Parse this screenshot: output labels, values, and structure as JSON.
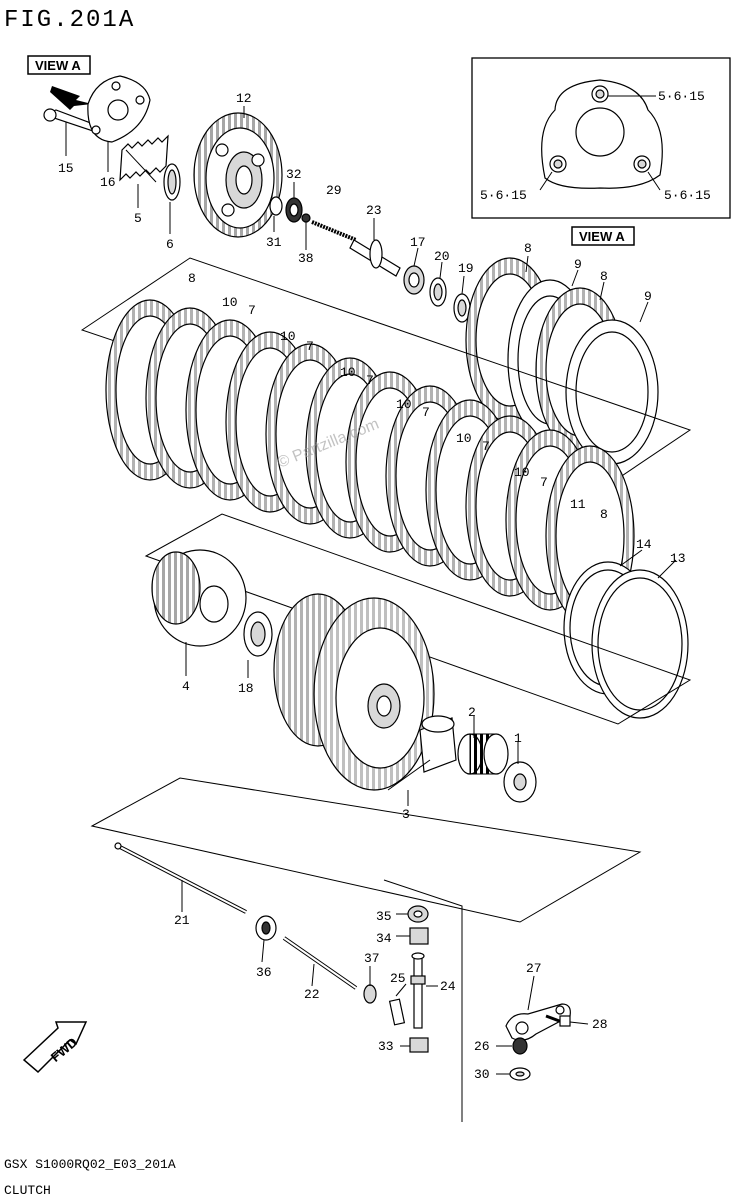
{
  "header": {
    "figure_title": "FIG.201A"
  },
  "view_labels": {
    "arrow_tag": "VIEW A",
    "inset_tag": "VIEW A"
  },
  "inset": {
    "bolt_spec_top": "5·6·15",
    "bolt_spec_left": "5·6·15",
    "bolt_spec_right": "5·6·15"
  },
  "watermark": "© Partzilla.com",
  "fwd_label": "FWD",
  "footer": {
    "model_code": "GSX S1000RQ02_E03_201A",
    "section_name": "CLUTCH"
  },
  "callouts": {
    "c12": "12",
    "c32": "32",
    "c29": "29",
    "c15": "15",
    "c16": "16",
    "c5": "5",
    "c6": "6",
    "c31": "31",
    "c38": "38",
    "c23": "23",
    "c17": "17",
    "c20": "20",
    "c19": "19",
    "c8a": "8",
    "c9a": "9",
    "c8b": "8",
    "c9b": "9",
    "c8c": "8",
    "c10a": "10",
    "c7a": "7",
    "c10b": "10",
    "c7b": "7",
    "c10c": "10",
    "c7c": "7",
    "c10d": "10",
    "c7d": "7",
    "c10e": "10",
    "c7e": "7",
    "c10f": "10",
    "c7f": "7",
    "c11": "11",
    "c8d": "8",
    "c14": "14",
    "c13": "13",
    "c4": "4",
    "c18": "18",
    "c2": "2",
    "c1": "1",
    "c3": "3",
    "c21": "21",
    "c35": "35",
    "c34": "34",
    "c36": "36",
    "c37": "37",
    "c25": "25",
    "c24": "24",
    "c22": "22",
    "c27": "27",
    "c28": "28",
    "c33": "33",
    "c26": "26",
    "c30": "30"
  }
}
